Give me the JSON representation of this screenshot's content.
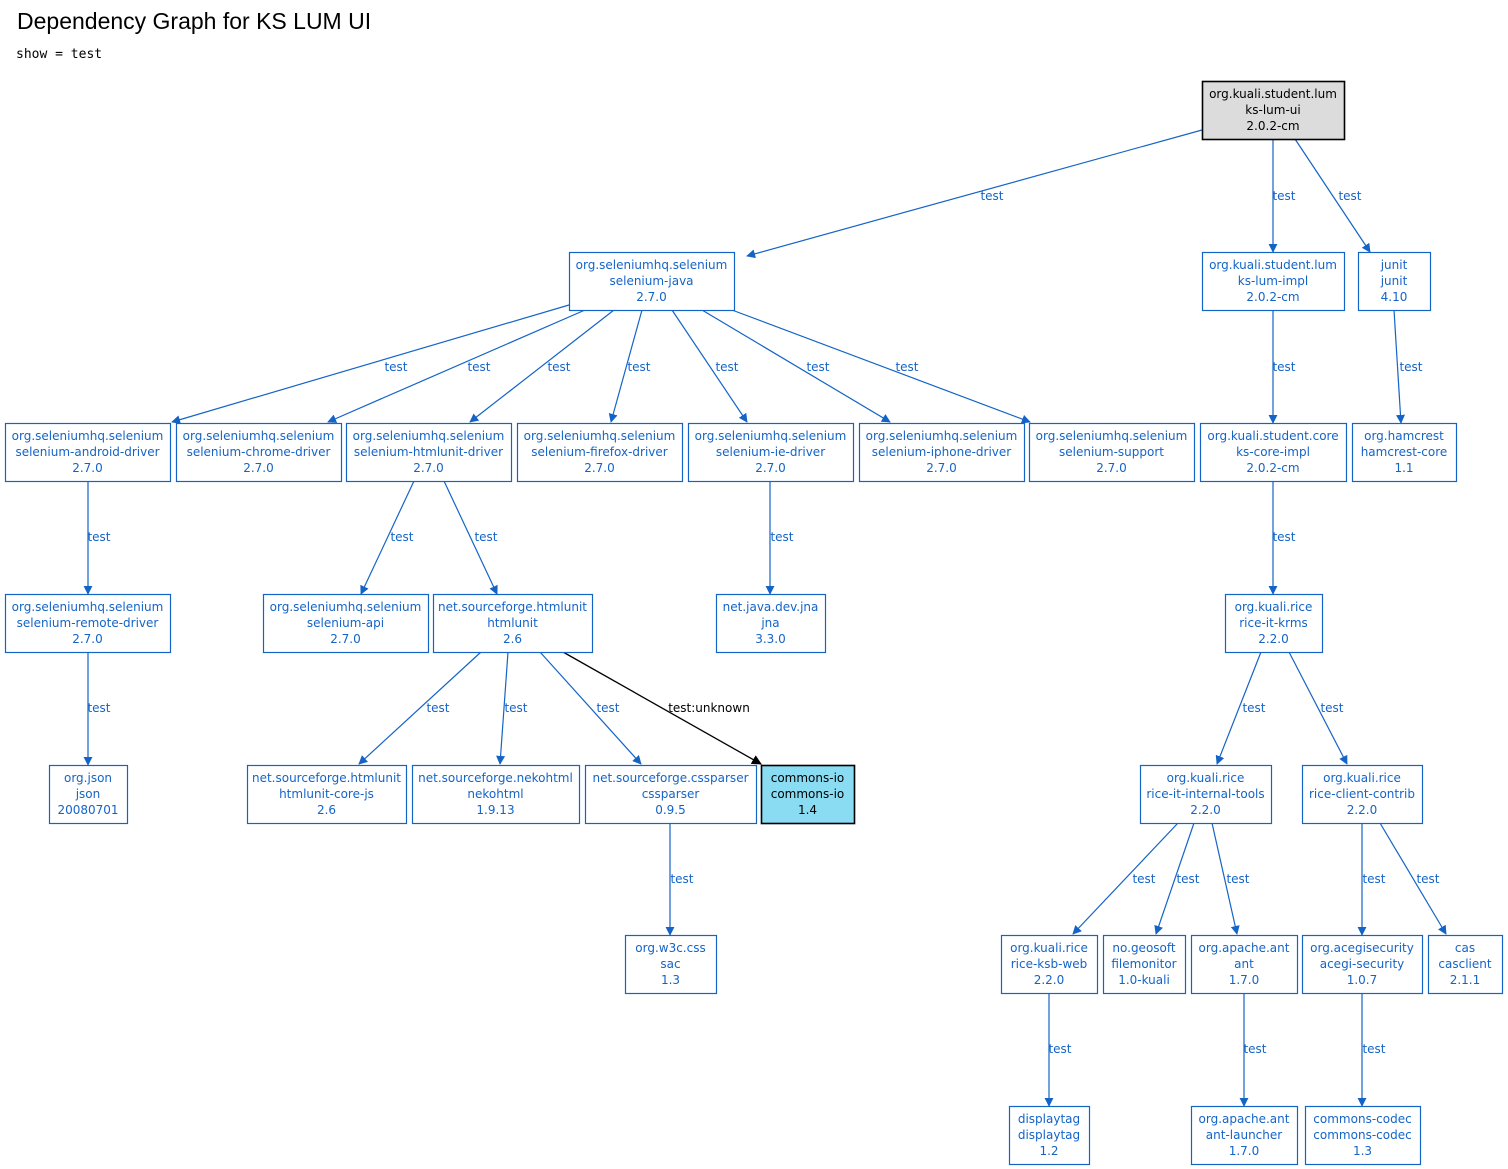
{
  "title": "Dependency Graph for KS LUM UI",
  "subtitle": "show = test",
  "colors": {
    "default": "#1464c8",
    "root_fill": "#dcdcdc",
    "highlight_fill": "#89dcf2",
    "dark": "#000000"
  },
  "nodes": [
    {
      "id": "root",
      "lines": [
        "org.kuali.student.lum",
        "ks-lum-ui",
        "2.0.2-cm"
      ],
      "style": "root"
    },
    {
      "id": "seljava",
      "lines": [
        "org.seleniumhq.selenium",
        "selenium-java",
        "2.7.0"
      ]
    },
    {
      "id": "lumimpl",
      "lines": [
        "org.kuali.student.lum",
        "ks-lum-impl",
        "2.0.2-cm"
      ]
    },
    {
      "id": "junit",
      "lines": [
        "junit",
        "junit",
        "4.10"
      ]
    },
    {
      "id": "selandroid",
      "lines": [
        "org.seleniumhq.selenium",
        "selenium-android-driver",
        "2.7.0"
      ]
    },
    {
      "id": "selchrome",
      "lines": [
        "org.seleniumhq.selenium",
        "selenium-chrome-driver",
        "2.7.0"
      ]
    },
    {
      "id": "selhtmlunit",
      "lines": [
        "org.seleniumhq.selenium",
        "selenium-htmlunit-driver",
        "2.7.0"
      ]
    },
    {
      "id": "selfirefox",
      "lines": [
        "org.seleniumhq.selenium",
        "selenium-firefox-driver",
        "2.7.0"
      ]
    },
    {
      "id": "selie",
      "lines": [
        "org.seleniumhq.selenium",
        "selenium-ie-driver",
        "2.7.0"
      ]
    },
    {
      "id": "seliphone",
      "lines": [
        "org.seleniumhq.selenium",
        "selenium-iphone-driver",
        "2.7.0"
      ]
    },
    {
      "id": "selsupport",
      "lines": [
        "org.seleniumhq.selenium",
        "selenium-support",
        "2.7.0"
      ]
    },
    {
      "id": "coreimpl",
      "lines": [
        "org.kuali.student.core",
        "ks-core-impl",
        "2.0.2-cm"
      ]
    },
    {
      "id": "hamcrest",
      "lines": [
        "org.hamcrest",
        "hamcrest-core",
        "1.1"
      ]
    },
    {
      "id": "selremote",
      "lines": [
        "org.seleniumhq.selenium",
        "selenium-remote-driver",
        "2.7.0"
      ]
    },
    {
      "id": "selapi",
      "lines": [
        "org.seleniumhq.selenium",
        "selenium-api",
        "2.7.0"
      ]
    },
    {
      "id": "htmlunit",
      "lines": [
        "net.sourceforge.htmlunit",
        "htmlunit",
        "2.6"
      ]
    },
    {
      "id": "jna",
      "lines": [
        "net.java.dev.jna",
        "jna",
        "3.3.0"
      ]
    },
    {
      "id": "krms",
      "lines": [
        "org.kuali.rice",
        "rice-it-krms",
        "2.2.0"
      ]
    },
    {
      "id": "json",
      "lines": [
        "org.json",
        "json",
        "20080701"
      ]
    },
    {
      "id": "corejs",
      "lines": [
        "net.sourceforge.htmlunit",
        "htmlunit-core-js",
        "2.6"
      ]
    },
    {
      "id": "nekohtml",
      "lines": [
        "net.sourceforge.nekohtml",
        "nekohtml",
        "1.9.13"
      ]
    },
    {
      "id": "cssparser",
      "lines": [
        "net.sourceforge.cssparser",
        "cssparser",
        "0.9.5"
      ]
    },
    {
      "id": "commonsio",
      "lines": [
        "commons-io",
        "commons-io",
        "1.4"
      ],
      "style": "highlight"
    },
    {
      "id": "internaltools",
      "lines": [
        "org.kuali.rice",
        "rice-it-internal-tools",
        "2.2.0"
      ]
    },
    {
      "id": "clientcontrib",
      "lines": [
        "org.kuali.rice",
        "rice-client-contrib",
        "2.2.0"
      ]
    },
    {
      "id": "sac",
      "lines": [
        "org.w3c.css",
        "sac",
        "1.3"
      ]
    },
    {
      "id": "ksbweb",
      "lines": [
        "org.kuali.rice",
        "rice-ksb-web",
        "2.2.0"
      ]
    },
    {
      "id": "filemonitor",
      "lines": [
        "no.geosoft",
        "filemonitor",
        "1.0-kuali"
      ]
    },
    {
      "id": "ant",
      "lines": [
        "org.apache.ant",
        "ant",
        "1.7.0"
      ]
    },
    {
      "id": "acegi",
      "lines": [
        "org.acegisecurity",
        "acegi-security",
        "1.0.7"
      ]
    },
    {
      "id": "casclient",
      "lines": [
        "cas",
        "casclient",
        "2.1.1"
      ]
    },
    {
      "id": "displaytag",
      "lines": [
        "displaytag",
        "displaytag",
        "1.2"
      ]
    },
    {
      "id": "antlauncher",
      "lines": [
        "org.apache.ant",
        "ant-launcher",
        "1.7.0"
      ]
    },
    {
      "id": "codec",
      "lines": [
        "commons-codec",
        "commons-codec",
        "1.3"
      ]
    }
  ],
  "edges": [
    {
      "from": "root",
      "to": "seljava",
      "label": "test"
    },
    {
      "from": "root",
      "to": "lumimpl",
      "label": "test"
    },
    {
      "from": "root",
      "to": "junit",
      "label": "test"
    },
    {
      "from": "seljava",
      "to": "selandroid",
      "label": "test"
    },
    {
      "from": "seljava",
      "to": "selchrome",
      "label": "test"
    },
    {
      "from": "seljava",
      "to": "selhtmlunit",
      "label": "test"
    },
    {
      "from": "seljava",
      "to": "selfirefox",
      "label": "test"
    },
    {
      "from": "seljava",
      "to": "selie",
      "label": "test"
    },
    {
      "from": "seljava",
      "to": "seliphone",
      "label": "test"
    },
    {
      "from": "seljava",
      "to": "selsupport",
      "label": "test"
    },
    {
      "from": "lumimpl",
      "to": "coreimpl",
      "label": "test"
    },
    {
      "from": "junit",
      "to": "hamcrest",
      "label": "test"
    },
    {
      "from": "selandroid",
      "to": "selremote",
      "label": "test"
    },
    {
      "from": "selhtmlunit",
      "to": "selapi",
      "label": "test"
    },
    {
      "from": "selhtmlunit",
      "to": "htmlunit",
      "label": "test"
    },
    {
      "from": "selie",
      "to": "jna",
      "label": "test"
    },
    {
      "from": "coreimpl",
      "to": "krms",
      "label": "test"
    },
    {
      "from": "selremote",
      "to": "json",
      "label": "test"
    },
    {
      "from": "htmlunit",
      "to": "corejs",
      "label": "test"
    },
    {
      "from": "htmlunit",
      "to": "nekohtml",
      "label": "test"
    },
    {
      "from": "htmlunit",
      "to": "cssparser",
      "label": "test"
    },
    {
      "from": "htmlunit",
      "to": "commonsio",
      "label": "test:unknown",
      "style": "dark"
    },
    {
      "from": "krms",
      "to": "internaltools",
      "label": "test"
    },
    {
      "from": "krms",
      "to": "clientcontrib",
      "label": "test"
    },
    {
      "from": "cssparser",
      "to": "sac",
      "label": "test"
    },
    {
      "from": "internaltools",
      "to": "ksbweb",
      "label": "test"
    },
    {
      "from": "internaltools",
      "to": "filemonitor",
      "label": "test"
    },
    {
      "from": "internaltools",
      "to": "ant",
      "label": "test"
    },
    {
      "from": "clientcontrib",
      "to": "acegi",
      "label": "test"
    },
    {
      "from": "clientcontrib",
      "to": "casclient",
      "label": "test"
    },
    {
      "from": "ksbweb",
      "to": "displaytag",
      "label": "test"
    },
    {
      "from": "ant",
      "to": "antlauncher",
      "label": "test"
    },
    {
      "from": "acegi",
      "to": "codec",
      "label": "test"
    }
  ]
}
